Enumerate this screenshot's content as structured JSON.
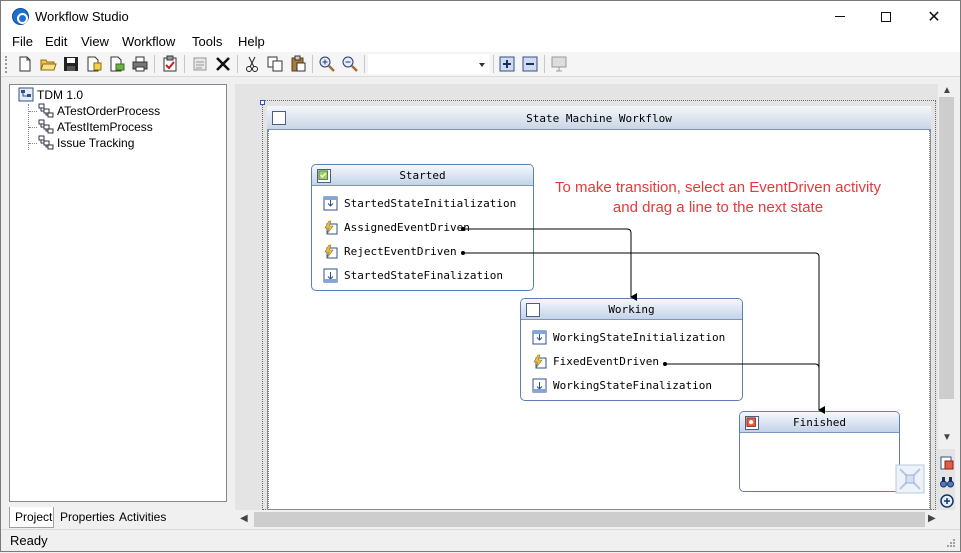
{
  "window": {
    "title": "Workflow Studio"
  },
  "menu": [
    "File",
    "Edit",
    "View",
    "Workflow",
    "Tools",
    "Help"
  ],
  "toolbar": {
    "icons": [
      "new-file-icon",
      "open-folder-icon",
      "save-icon",
      "copy-page-icon",
      "paste-page-icon",
      "print-icon",
      "check-icon",
      "properties-icon",
      "delete-icon",
      "cut-icon",
      "copy-icon",
      "paste-icon",
      "zoom-in-icon",
      "zoom-out-icon",
      "expand-icon",
      "collapse-icon",
      "monitor-icon"
    ],
    "zoom_value": ""
  },
  "tree": {
    "root": "TDM 1.0",
    "children": [
      "ATestOrderProcess",
      "ATestItemProcess",
      "Issue Tracking"
    ]
  },
  "panel_tabs": [
    "Project",
    "Properties",
    "Activities"
  ],
  "designer": {
    "workflow_title": "State Machine Workflow",
    "hint": "To make transition, select an EventDriven activity and drag a line to the next state",
    "hint_color": "#e23b3b",
    "states": [
      {
        "name": "Started",
        "activities": [
          "StartedStateInitialization",
          "AssignedEventDriven",
          "RejectEventDriven",
          "StartedStateFinalization"
        ]
      },
      {
        "name": "Working",
        "activities": [
          "WorkingStateInitialization",
          "FixedEventDriven",
          "WorkingStateFinalization"
        ]
      },
      {
        "name": "Finished",
        "activities": []
      }
    ]
  },
  "status": {
    "text": "Ready"
  },
  "colors": {
    "state_border": "#5f7fb0",
    "header_light": "#f5f8fc",
    "header_dark": "#c4d3e9"
  }
}
